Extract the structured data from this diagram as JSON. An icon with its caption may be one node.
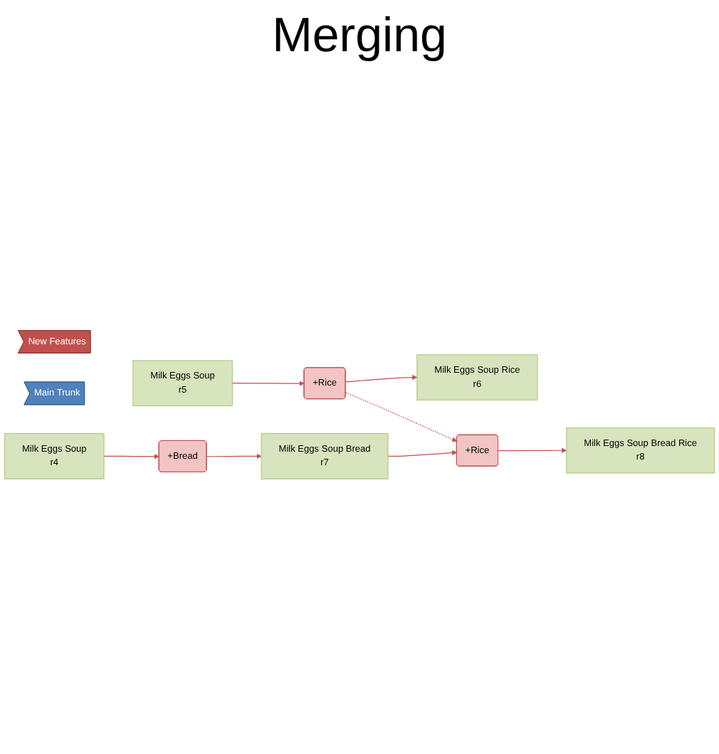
{
  "diagram": {
    "title": "Merging",
    "nodes": [
      {
        "text": [
          "Milk Eggs Soup",
          "r5"
        ]
      },
      {
        "text": [
          "+Rice"
        ]
      },
      {
        "text": [
          "Milk Eggs Soup Rice",
          "r6"
        ]
      },
      {
        "text": [
          "New Features"
        ]
      },
      {
        "text": [
          "Main Trunk"
        ]
      },
      {
        "text": [
          "Milk Eggs Soup",
          "r4"
        ]
      },
      {
        "text": [
          "+Bread"
        ]
      },
      {
        "text": [
          "Milk Eggs Soup Bread",
          "r7"
        ]
      },
      {
        "text": [
          "+Rice"
        ]
      },
      {
        "text": [
          "Milk Eggs Soup Bread Rice",
          "r8"
        ]
      }
    ],
    "edges": [
      {
        "from": 0,
        "to": 1,
        "arrow": "to"
      },
      {
        "from": 1,
        "to": 2,
        "arrow": "to"
      },
      {
        "from": 1,
        "to": 8,
        "arrow": "to",
        "style": "dashed"
      },
      {
        "from": 5,
        "to": 6,
        "arrow": "to"
      },
      {
        "from": 6,
        "to": 7,
        "arrow": "to"
      },
      {
        "from": 7,
        "to": 8,
        "arrow": "to"
      },
      {
        "from": 8,
        "to": 9,
        "arrow": "to"
      }
    ]
  }
}
